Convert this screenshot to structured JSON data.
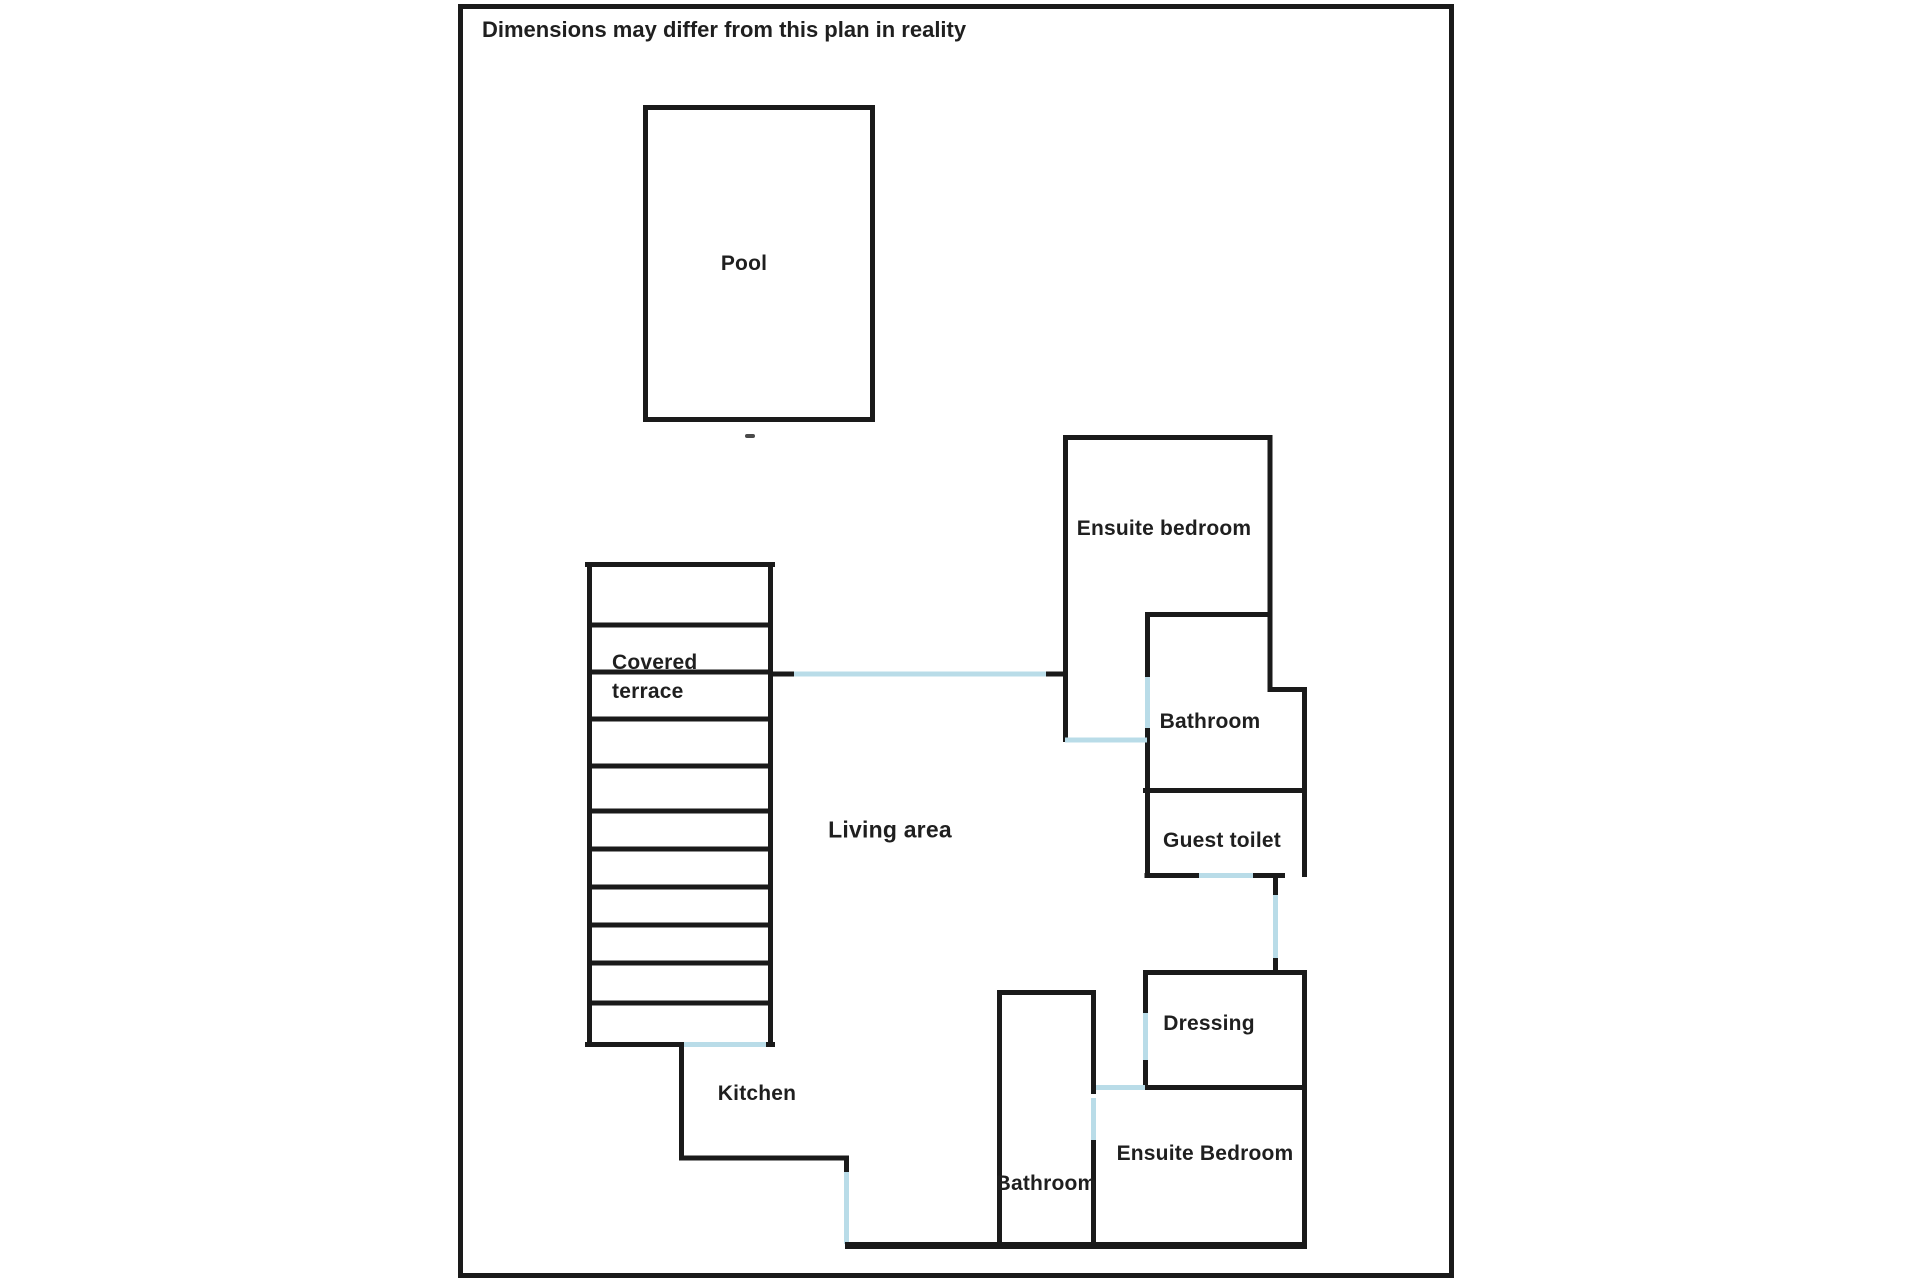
{
  "disclaimer": "Dimensions may differ from this plan in reality",
  "colors": {
    "wall": "#1a1a1a",
    "door": "#b9dce8",
    "background": "#ffffff",
    "text": "#1f1f1f"
  },
  "rooms": {
    "pool": {
      "label": "Pool"
    },
    "covered_terrace": {
      "label_line1": "Covered",
      "label_line2": "terrace"
    },
    "living_area": {
      "label": "Living area"
    },
    "ensuite_bedroom_top": {
      "label": "Ensuite bedroom"
    },
    "bathroom_top": {
      "label": "Bathroom"
    },
    "guest_toilet": {
      "label": "Guest toilet"
    },
    "dressing": {
      "label": "Dressing"
    },
    "ensuite_bedroom_bottom": {
      "label": "Ensuite Bedroom"
    },
    "bathroom_bottom": {
      "label": "Bathroom"
    },
    "kitchen": {
      "label": "Kitchen"
    }
  }
}
